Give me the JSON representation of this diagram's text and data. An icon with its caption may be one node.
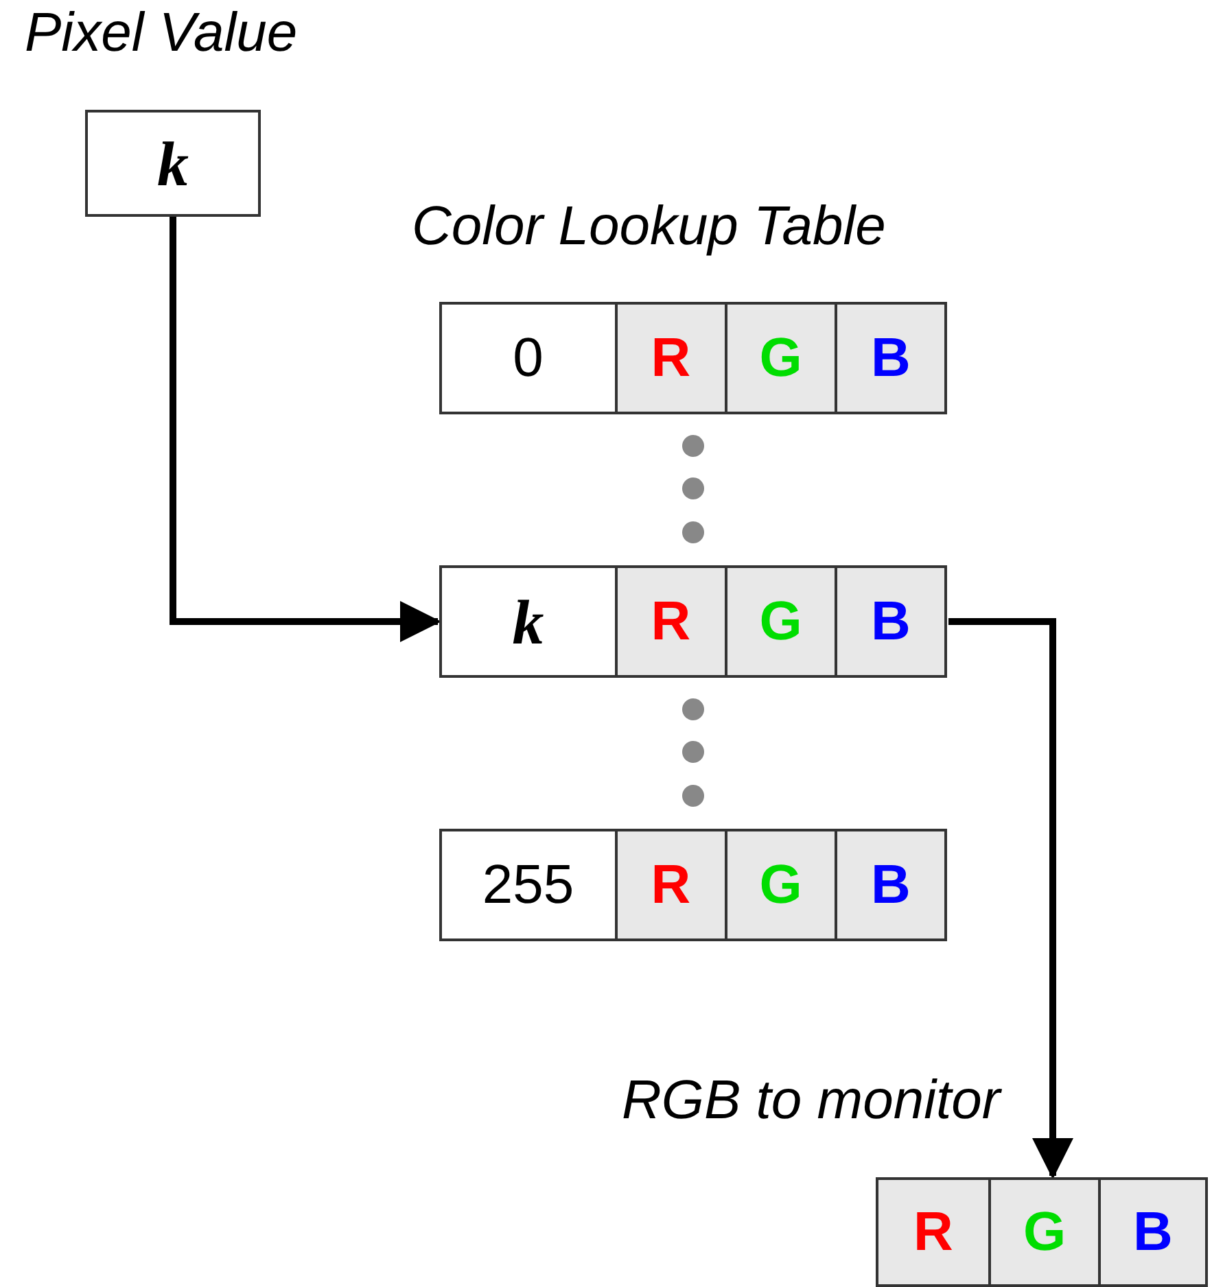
{
  "diagram": {
    "nodes": [
      {
        "text": [
          "Pixel Value",
          "k"
        ]
      },
      {
        "text": [
          "0",
          "R",
          "G",
          "B"
        ]
      },
      {
        "text": [
          "k",
          "R",
          "G",
          "B"
        ]
      },
      {
        "text": [
          "255",
          "R",
          "G",
          "B"
        ]
      },
      {
        "text": [
          "RGB to monitor",
          "R",
          "G",
          "B"
        ]
      }
    ],
    "edges": [
      {
        "from": 0,
        "to": 2,
        "arrow": "to"
      },
      {
        "from": 2,
        "to": 4,
        "arrow": "to"
      }
    ],
    "labels": [
      "Color Lookup Table"
    ]
  }
}
